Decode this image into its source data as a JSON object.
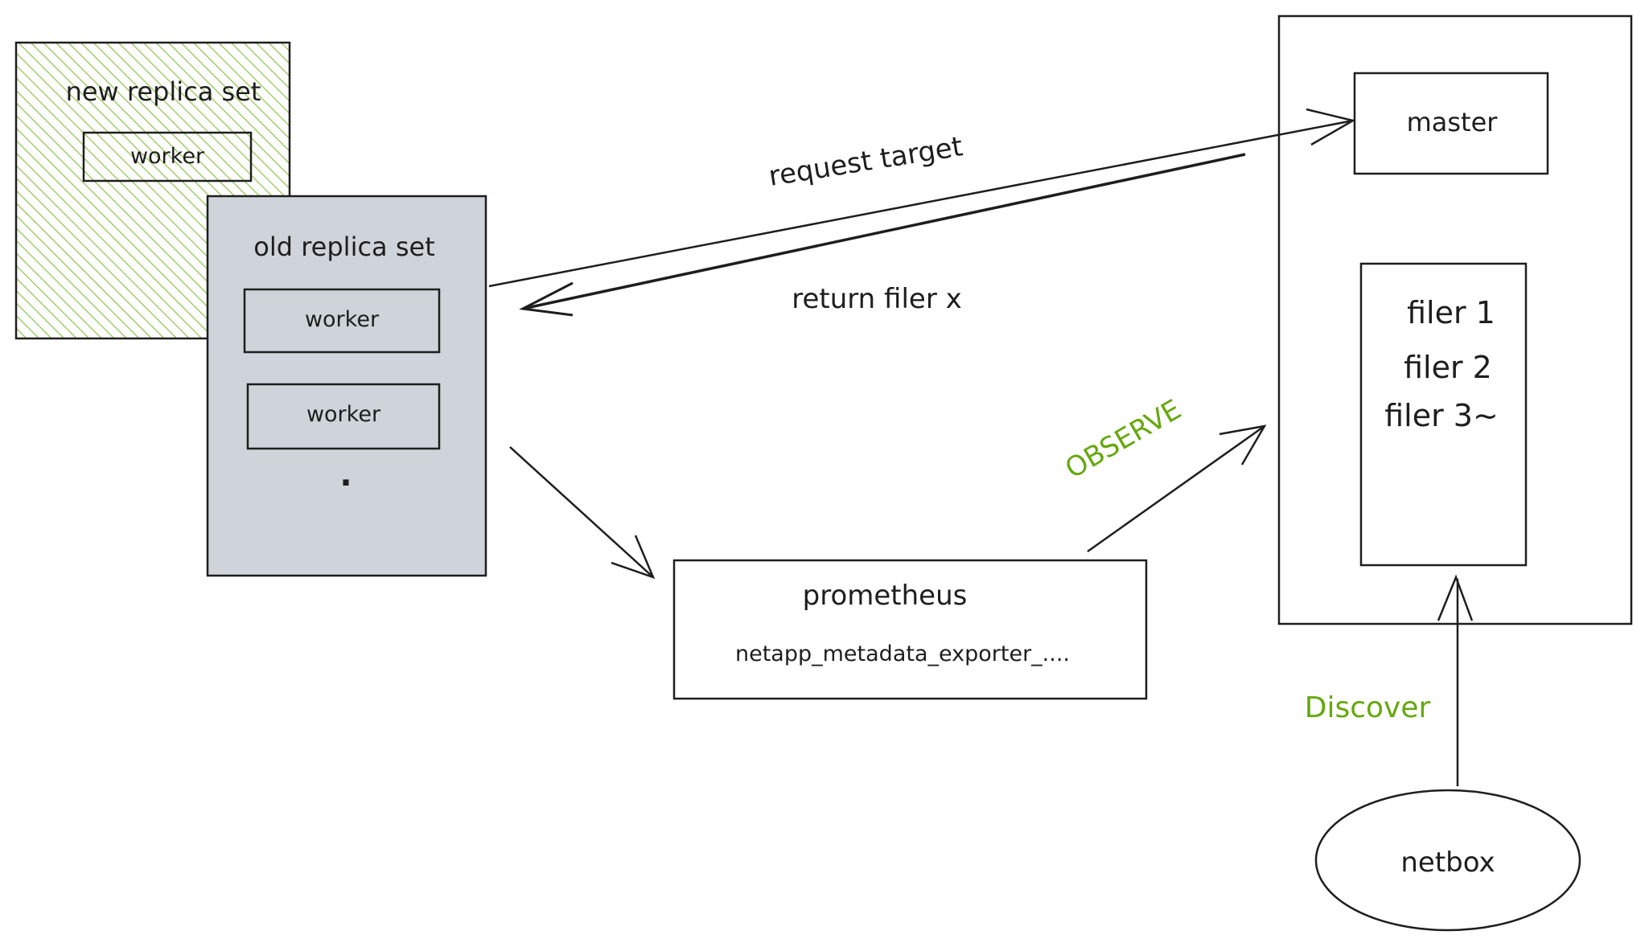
{
  "colors": {
    "stroke": "#1e1e1e",
    "new_replica_hatch": "#8bc34a",
    "old_replica_fill": "#ced4da",
    "annotation_green": "#66a80f",
    "background": "#ffffff"
  },
  "new_replica_set": {
    "title": "new replica set",
    "workers": [
      "worker"
    ]
  },
  "old_replica_set": {
    "title": "old replica set",
    "workers": [
      "worker",
      "worker"
    ],
    "ellipsis": "."
  },
  "prometheus": {
    "title": "prometheus",
    "metric": "netapp_metadata_exporter_...."
  },
  "master": {
    "title": "master"
  },
  "filers": {
    "items": [
      "filer 1",
      "filer 2",
      "filer 3~"
    ]
  },
  "netbox": {
    "title": "netbox"
  },
  "edges": {
    "request": "request target",
    "response": "return filer x",
    "observe": "OBSERVE",
    "discover": "Discover"
  }
}
